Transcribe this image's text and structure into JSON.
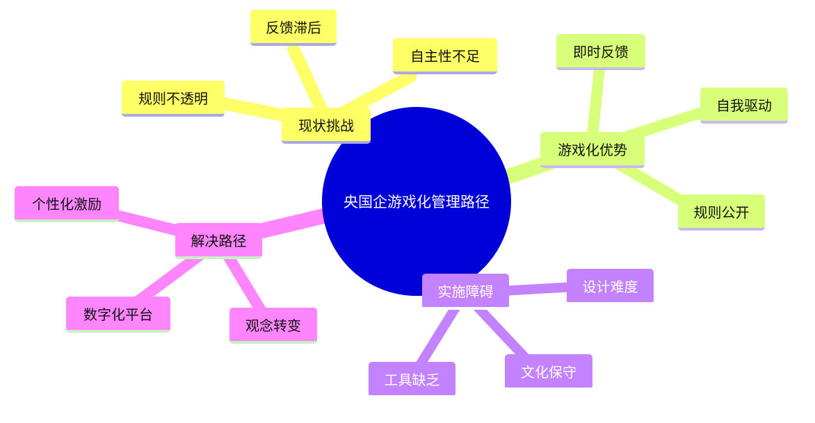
{
  "mindmap": {
    "center": "央国企游戏化管理路径",
    "branches": [
      {
        "label": "现状挑战",
        "color": "#ffff66",
        "children": [
          "反馈滞后",
          "自主性不足",
          "规则不透明"
        ]
      },
      {
        "label": "游戏化优势",
        "color": "#d8ff7a",
        "children": [
          "即时反馈",
          "自我驱动",
          "规则公开"
        ]
      },
      {
        "label": "解决路径",
        "color": "#ff85ff",
        "children": [
          "个性化激励",
          "数字化平台",
          "观念转变"
        ]
      },
      {
        "label": "实施障碍",
        "color": "#c382ff",
        "children": [
          "设计难度",
          "工具缺乏",
          "文化保守"
        ]
      }
    ]
  }
}
